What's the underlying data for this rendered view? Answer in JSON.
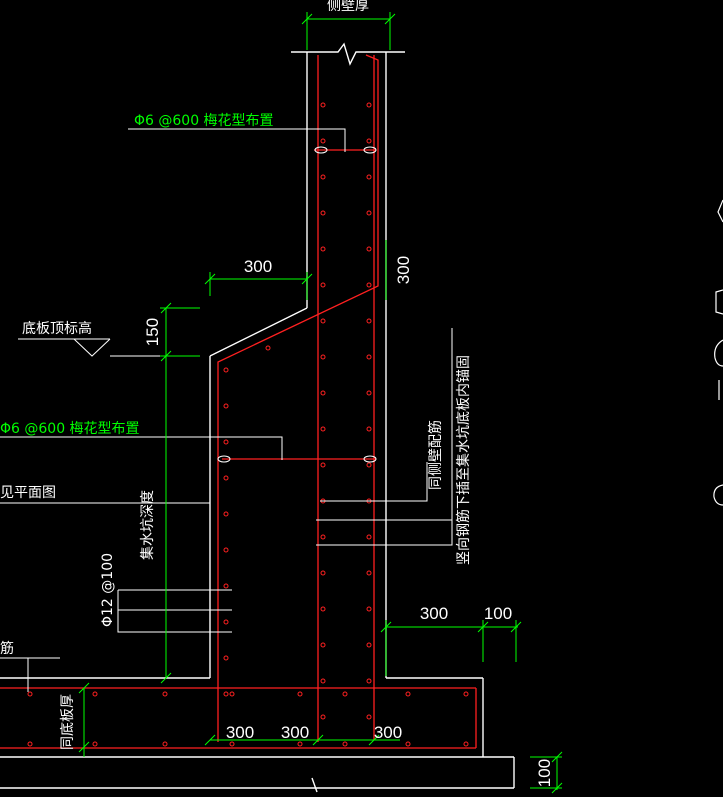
{
  "title_top": "侧壁厚",
  "dims": {
    "d300_top": "300",
    "d300_vert": "300",
    "d150": "150",
    "d300_bot_right": "300",
    "d100_right": "100",
    "d300_b1": "300",
    "d300_b2": "300",
    "d300_b3": "300",
    "d100_base": "100"
  },
  "labels": {
    "rebar_top": "Φ6 @600 梅花型布置",
    "rebar_mid": "Φ6 @600 梅花型布置",
    "slab_top_elev": "底板顶标高",
    "see_plan": "见平面图",
    "pit_depth": "集水坑深度",
    "phi12": "Φ12 @100",
    "slab_thick": "同底板厚",
    "same_side": "同侧壁配筋",
    "vert_bar_note": "竖向钢筋下插至集水坑底板内锚固",
    "left_fragment": "筋"
  },
  "colors": {
    "outline": "#ffffff",
    "rebar": "#ff2020",
    "dimension": "#00ff00",
    "background": "#000000"
  }
}
